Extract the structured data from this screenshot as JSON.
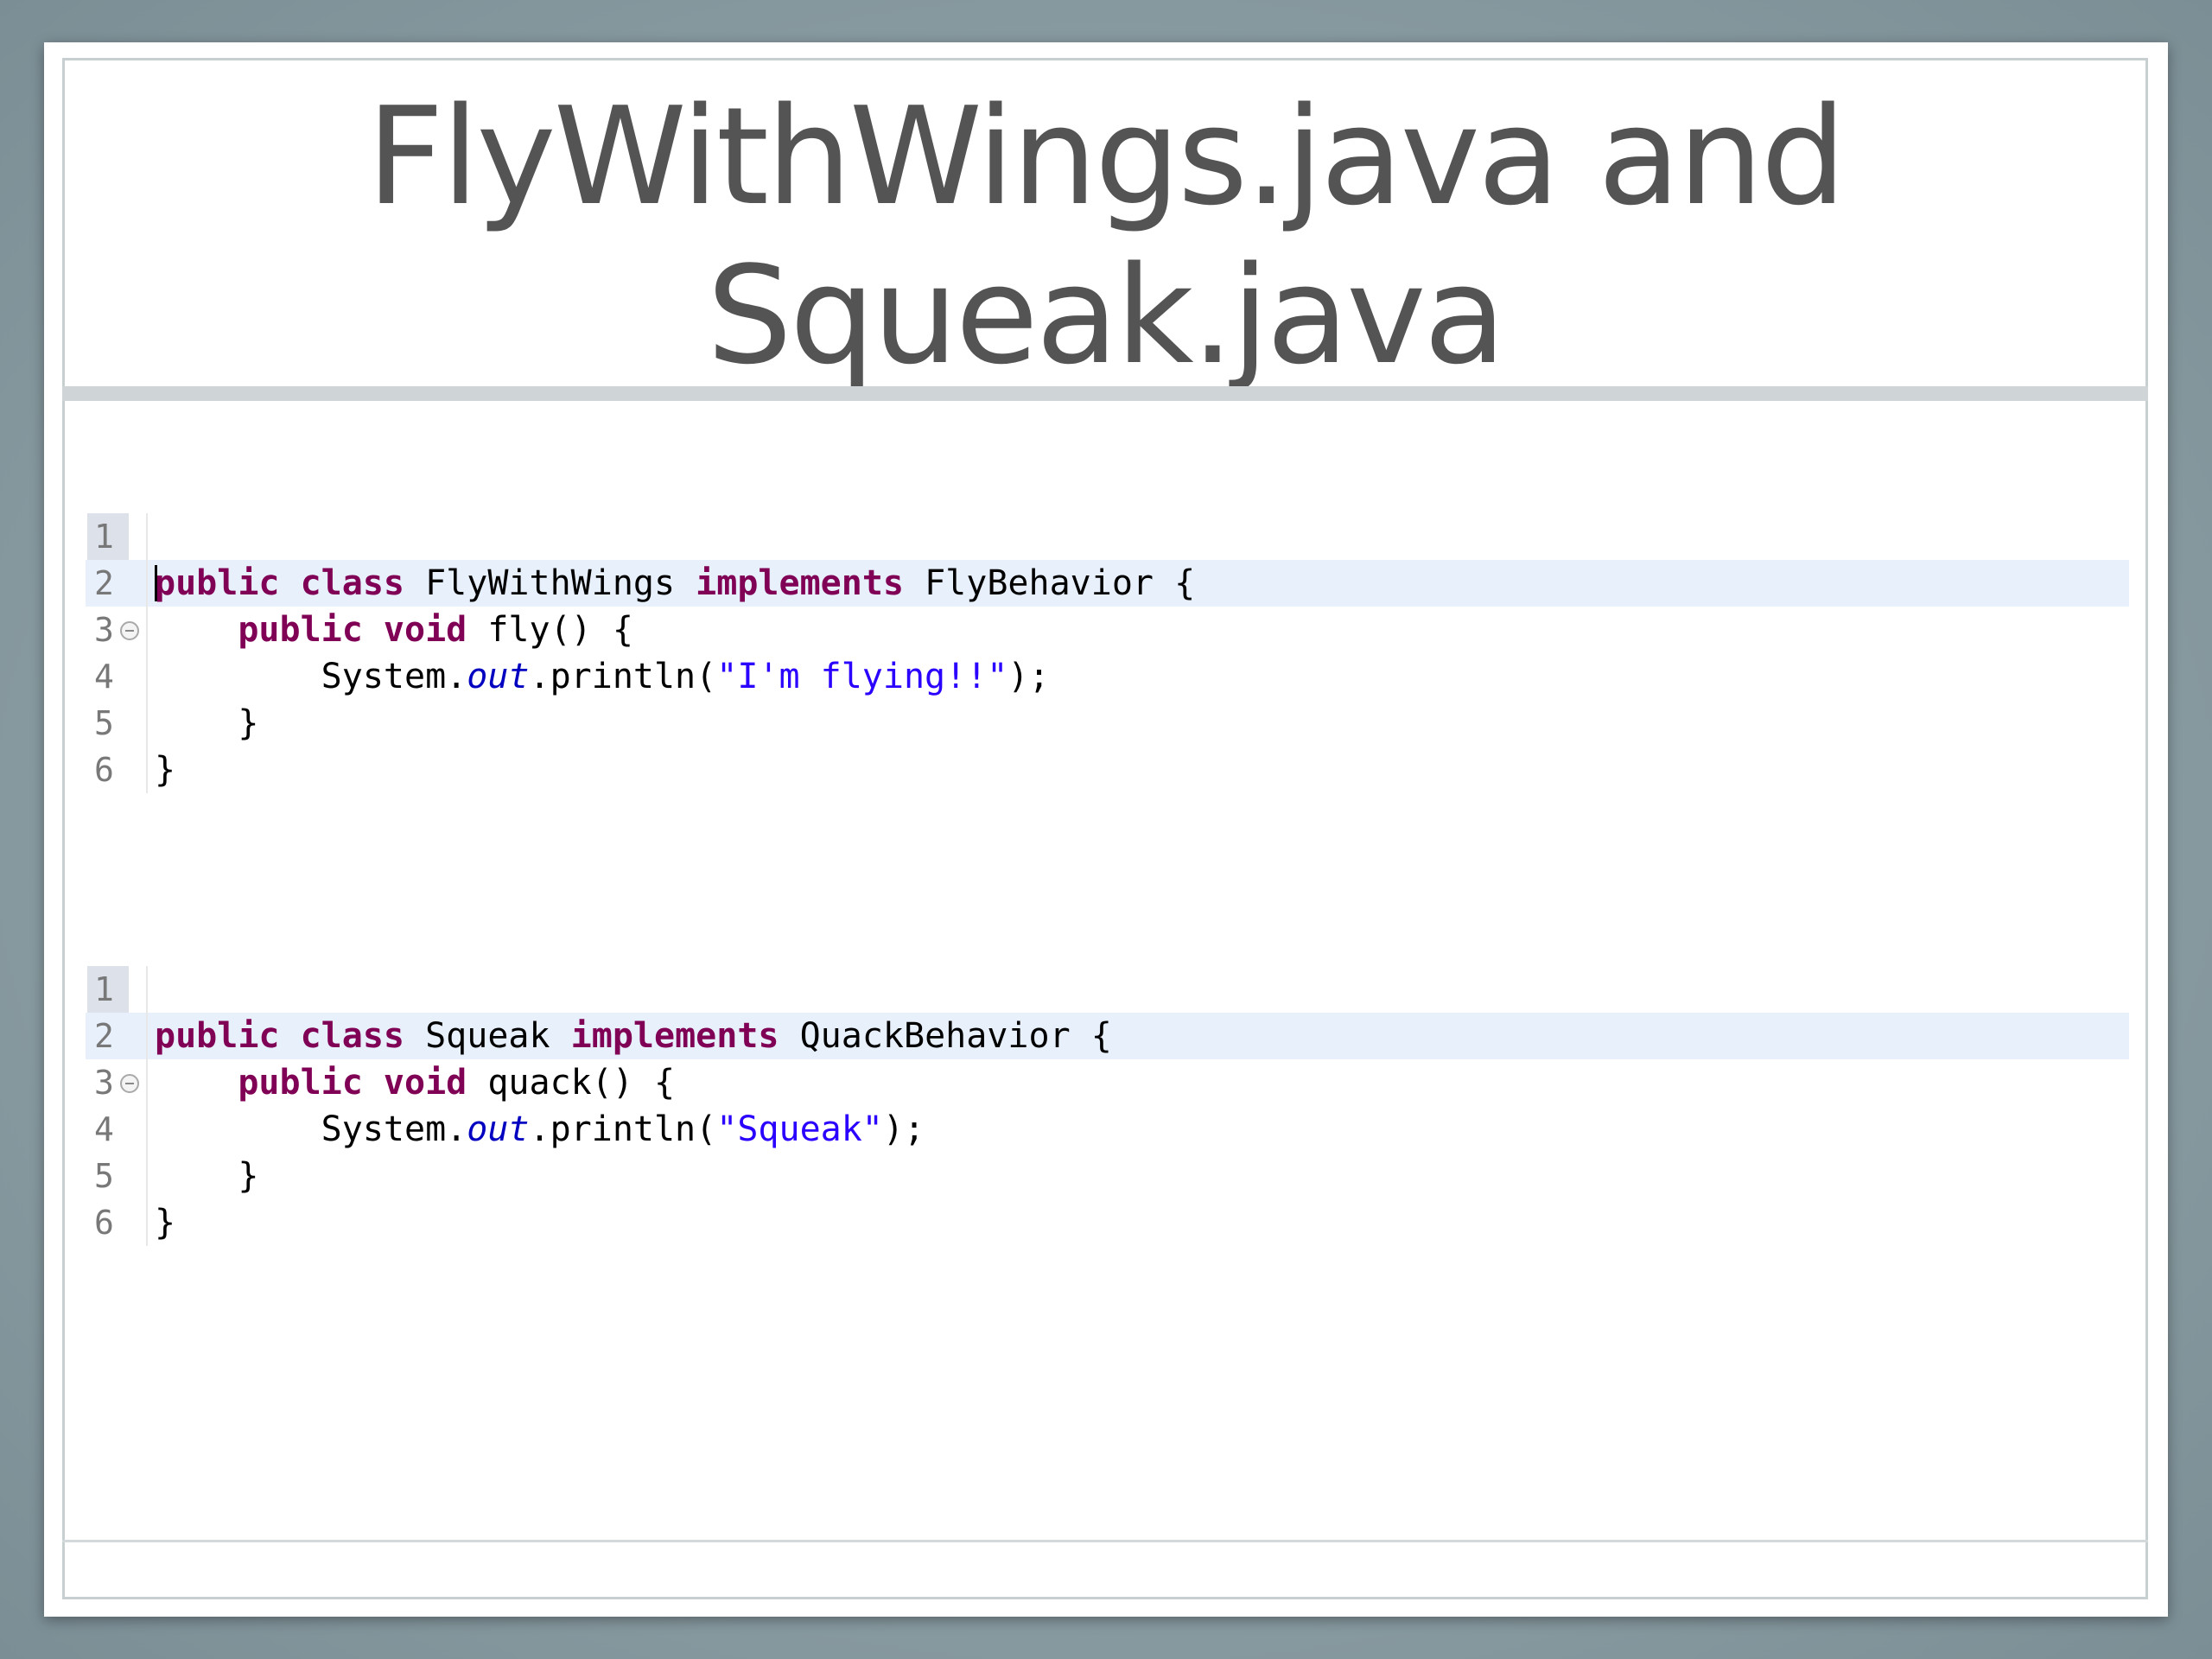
{
  "slide": {
    "title_line1": "FlyWithWings.java and",
    "title_line2": "Squeak.java"
  },
  "code_blocks": [
    {
      "lines": [
        {
          "num": "1",
          "segments": []
        },
        {
          "num": "2",
          "segments": [
            {
              "t": "kw",
              "v": "public"
            },
            {
              "t": "p",
              "v": " "
            },
            {
              "t": "kw",
              "v": "class"
            },
            {
              "t": "p",
              "v": " FlyWithWings "
            },
            {
              "t": "kw",
              "v": "implements"
            },
            {
              "t": "p",
              "v": " FlyBehavior {"
            }
          ]
        },
        {
          "num": "3",
          "fold": true,
          "segments": [
            {
              "t": "p",
              "v": "    "
            },
            {
              "t": "kw",
              "v": "public"
            },
            {
              "t": "p",
              "v": " "
            },
            {
              "t": "kw",
              "v": "void"
            },
            {
              "t": "p",
              "v": " fly() {"
            }
          ]
        },
        {
          "num": "4",
          "segments": [
            {
              "t": "p",
              "v": "        System."
            },
            {
              "t": "field",
              "v": "out"
            },
            {
              "t": "p",
              "v": ".println("
            },
            {
              "t": "str",
              "v": "\"I'm flying!!\""
            },
            {
              "t": "p",
              "v": ");"
            }
          ]
        },
        {
          "num": "5",
          "segments": [
            {
              "t": "p",
              "v": "    }"
            }
          ]
        },
        {
          "num": "6",
          "segments": [
            {
              "t": "p",
              "v": "}"
            }
          ]
        }
      ]
    },
    {
      "lines": [
        {
          "num": "1",
          "segments": []
        },
        {
          "num": "2",
          "segments": [
            {
              "t": "kw",
              "v": "public"
            },
            {
              "t": "p",
              "v": " "
            },
            {
              "t": "kw",
              "v": "class"
            },
            {
              "t": "p",
              "v": " Squeak "
            },
            {
              "t": "kw",
              "v": "implements"
            },
            {
              "t": "p",
              "v": " QuackBehavior {"
            }
          ]
        },
        {
          "num": "3",
          "fold": true,
          "segments": [
            {
              "t": "p",
              "v": "    "
            },
            {
              "t": "kw",
              "v": "public"
            },
            {
              "t": "p",
              "v": " "
            },
            {
              "t": "kw",
              "v": "void"
            },
            {
              "t": "p",
              "v": " quack() {"
            }
          ]
        },
        {
          "num": "4",
          "segments": [
            {
              "t": "p",
              "v": "        System."
            },
            {
              "t": "field",
              "v": "out"
            },
            {
              "t": "p",
              "v": ".println("
            },
            {
              "t": "str",
              "v": "\"Squeak\""
            },
            {
              "t": "p",
              "v": ");"
            }
          ]
        },
        {
          "num": "5",
          "segments": [
            {
              "t": "p",
              "v": "    }"
            }
          ]
        },
        {
          "num": "6",
          "segments": [
            {
              "t": "p",
              "v": "}"
            }
          ]
        }
      ]
    }
  ]
}
